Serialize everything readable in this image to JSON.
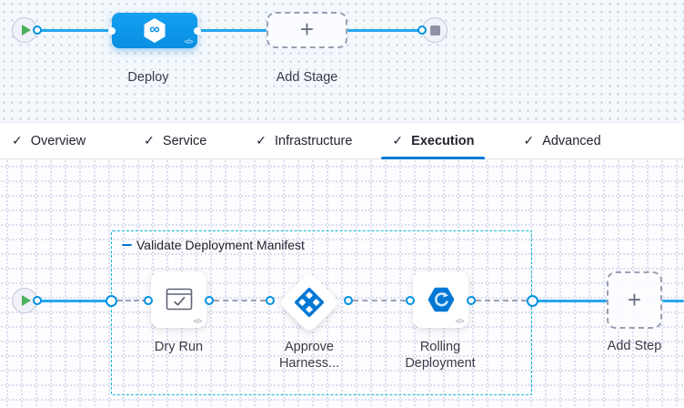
{
  "stage_editor": {
    "deploy_stage": {
      "label": "Deploy",
      "icon_glyph": "∞",
      "code_icon": "</>"
    },
    "add_stage": {
      "label": "Add Stage",
      "plus": "+"
    }
  },
  "tabs": {
    "items": [
      {
        "label": "Overview",
        "check": "✓"
      },
      {
        "label": "Service",
        "check": "✓"
      },
      {
        "label": "Infrastructure",
        "check": "✓"
      },
      {
        "label": "Execution",
        "check": "✓",
        "active": true
      },
      {
        "label": "Advanced",
        "check": "✓"
      }
    ]
  },
  "execution_graph": {
    "step_group": {
      "label": "Validate Deployment Manifest"
    },
    "steps": [
      {
        "label": "Dry Run",
        "code_icon": "</>"
      },
      {
        "label": "Approve Harness..."
      },
      {
        "label": "Rolling Deployment",
        "code_icon": "</>"
      }
    ],
    "add_step": {
      "label": "Add Step",
      "plus": "+"
    }
  },
  "colors": {
    "accent_blue": "#0092e4",
    "active_tab_underline": "#0278d5",
    "group_border_teal": "#14b9d2",
    "icon_blue": "#0278d5",
    "play_green": "#4db05b"
  }
}
